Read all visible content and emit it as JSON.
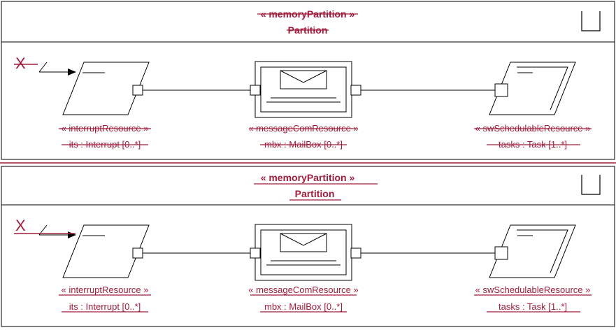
{
  "colors": {
    "accent": "#a01c3c",
    "stroke": "#000000"
  },
  "panels": [
    {
      "style": "strikethrough",
      "stereotype": "« memoryPartition »",
      "name": "Partition",
      "corner_icon": "bin-icon",
      "port_label": "X",
      "parts": [
        {
          "icon": "interrupt-parallelogram-icon",
          "stereotype": "« interruptResource »",
          "name": "its : Interrupt [0..*]"
        },
        {
          "icon": "mailbox-icon",
          "stereotype": "« messageComResource »",
          "name": "mbx : MailBox [0..*]"
        },
        {
          "icon": "task-parallelogram-icon",
          "stereotype": "« swSchedulableResource »",
          "name": "tasks : Task [1..*]"
        }
      ]
    },
    {
      "style": "underline",
      "stereotype": "« memoryPartition »",
      "name": "Partition",
      "corner_icon": "bin-icon",
      "port_label": "X",
      "parts": [
        {
          "icon": "interrupt-parallelogram-icon",
          "stereotype": "« interruptResource »",
          "name": "its : Interrupt [0..*]"
        },
        {
          "icon": "mailbox-icon",
          "stereotype": "« messageComResource »",
          "name": "mbx : MailBox [0..*]"
        },
        {
          "icon": "task-parallelogram-icon",
          "stereotype": "« swSchedulableResource »",
          "name": "tasks : Task [1..*]"
        }
      ]
    }
  ]
}
